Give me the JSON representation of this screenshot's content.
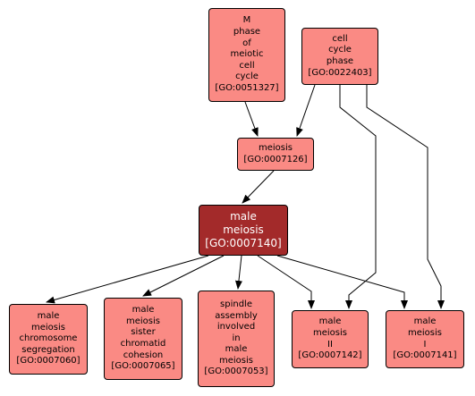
{
  "colors": {
    "node_fill": "#fa8a84",
    "focus_fill": "#a32a2a",
    "focus_text": "#ffffff",
    "edge": "#000000"
  },
  "nodes": [
    {
      "id": "n0051327",
      "name": "m-phase-of-meiotic-cell-cycle-node",
      "focus": false,
      "lines": [
        "M",
        "phase",
        "of",
        "meiotic",
        "cell",
        "cycle",
        "[GO:0051327]"
      ]
    },
    {
      "id": "n0022403",
      "name": "cell-cycle-phase-node",
      "focus": false,
      "lines": [
        "cell",
        "cycle",
        "phase",
        "[GO:0022403]"
      ]
    },
    {
      "id": "n0007126",
      "name": "meiosis-node",
      "focus": false,
      "lines": [
        "meiosis",
        "[GO:0007126]"
      ]
    },
    {
      "id": "n0007140",
      "name": "male-meiosis-node",
      "focus": true,
      "lines": [
        "male",
        "meiosis",
        "[GO:0007140]"
      ]
    },
    {
      "id": "n0007060",
      "name": "male-meiosis-chromosome-segregation-node",
      "focus": false,
      "lines": [
        "male",
        "meiosis",
        "chromosome",
        "segregation",
        "[GO:0007060]"
      ]
    },
    {
      "id": "n0007065",
      "name": "male-meiosis-sister-chromatid-cohesion-node",
      "focus": false,
      "lines": [
        "male",
        "meiosis",
        "sister",
        "chromatid",
        "cohesion",
        "[GO:0007065]"
      ]
    },
    {
      "id": "n0007053",
      "name": "spindle-assembly-involved-in-male-meiosis-node",
      "focus": false,
      "lines": [
        "spindle",
        "assembly",
        "involved",
        "in",
        "male",
        "meiosis",
        "[GO:0007053]"
      ]
    },
    {
      "id": "n0007142",
      "name": "male-meiosis-ii-node",
      "focus": false,
      "lines": [
        "male",
        "meiosis",
        "II",
        "[GO:0007142]"
      ]
    },
    {
      "id": "n0007141",
      "name": "male-meiosis-i-node",
      "focus": false,
      "lines": [
        "male",
        "meiosis",
        "I",
        "[GO:0007141]"
      ]
    }
  ],
  "edges": [
    {
      "from": "n0051327",
      "to": "n0007126"
    },
    {
      "from": "n0022403",
      "to": "n0007126"
    },
    {
      "from": "n0007126",
      "to": "n0007140"
    },
    {
      "from": "n0007140",
      "to": "n0007060"
    },
    {
      "from": "n0007140",
      "to": "n0007065"
    },
    {
      "from": "n0007140",
      "to": "n0007053"
    },
    {
      "from": "n0007140",
      "to": "n0007142"
    },
    {
      "from": "n0007140",
      "to": "n0007141"
    },
    {
      "from": "n0022403",
      "to": "n0007142"
    },
    {
      "from": "n0022403",
      "to": "n0007141"
    }
  ]
}
